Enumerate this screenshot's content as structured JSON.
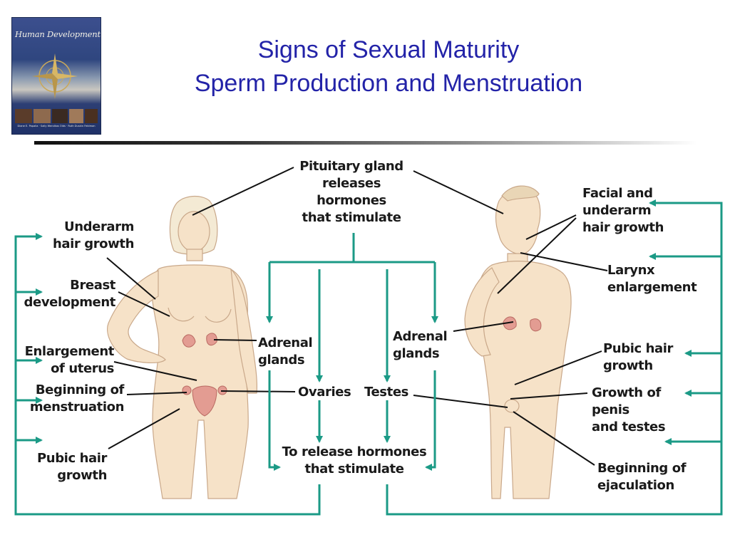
{
  "slide": {
    "title_line1": "Signs of Sexual Maturity",
    "title_line2": "Sperm Production and Menstruation"
  },
  "book": {
    "title": "Human Development",
    "authors": "Diane E. Papalia · Sally Wendkos Olds · Ruth Duskin Feldman"
  },
  "labels": {
    "pituitary": "Pituitary gland\nreleases\nhormones\nthat stimulate",
    "underarm_hair": "Underarm\nhair growth",
    "breast": "Breast\ndevelopment",
    "uterus": "Enlargement\nof uterus",
    "menstruation": "Beginning of\nmenstruation",
    "pubic_hair_female": "Pubic hair\ngrowth",
    "adrenal_left": "Adrenal\nglands",
    "adrenal_right": "Adrenal\nglands",
    "ovaries": "Ovaries",
    "testes": "Testes",
    "release": "To release hormones\nthat stimulate",
    "facial_hair": "Facial and\nunderarm\nhair growth",
    "larynx": "Larynx\nenlargement",
    "pubic_hair_male": "Pubic hair\ngrowth",
    "penis": "Growth of\npenis\nand testes",
    "ejaculation": "Beginning of\nejaculation"
  },
  "colors": {
    "title": "#2323a8",
    "arrow": "#1b9a86",
    "skin": "#f6e2c8",
    "gland": "#e39c92"
  }
}
